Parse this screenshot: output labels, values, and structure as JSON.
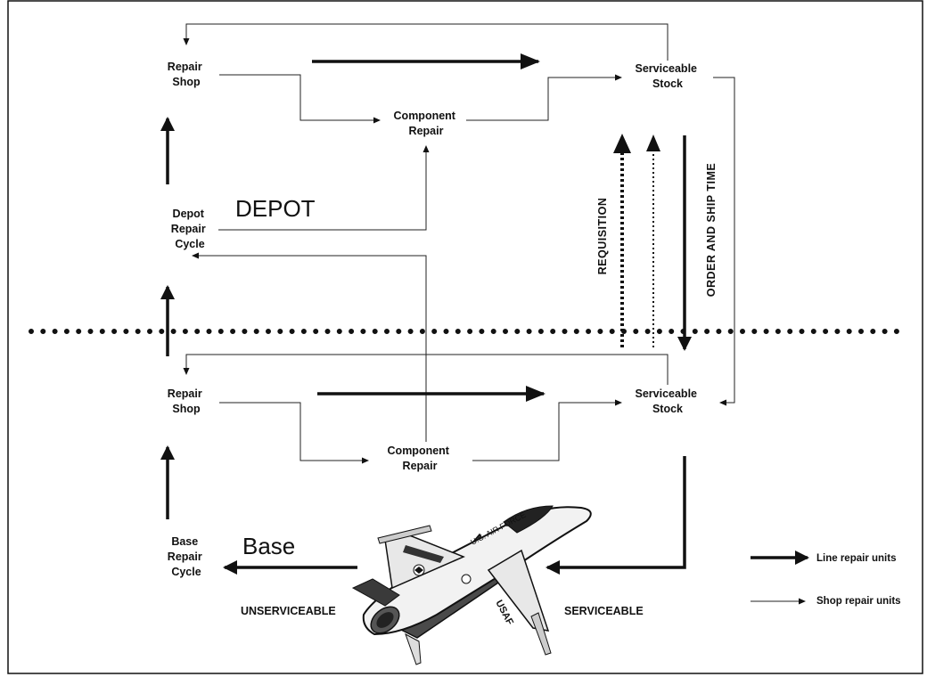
{
  "depot": {
    "region_label": "DEPOT",
    "repair_shop": [
      "Repair",
      "Shop"
    ],
    "component_repair": [
      "Component",
      "Repair"
    ],
    "serviceable_stock": [
      "Serviceable",
      "Stock"
    ],
    "repair_cycle": [
      "Depot",
      "Repair",
      "Cycle"
    ]
  },
  "base": {
    "region_label": "Base",
    "repair_shop": [
      "Repair",
      "Shop"
    ],
    "component_repair": [
      "Component",
      "Repair"
    ],
    "serviceable_stock": [
      "Serviceable",
      "Stock"
    ],
    "repair_cycle": [
      "Base",
      "Repair",
      "Cycle"
    ]
  },
  "flows": {
    "requisition": "REQUISITION",
    "order_and_ship_time": "ORDER AND SHIP TIME",
    "unserviceable": "UNSERVICEABLE",
    "serviceable": "SERVICEABLE"
  },
  "legend": {
    "line_repair_units": "Line repair units",
    "shop_repair_units": "Shop repair units"
  },
  "aircraft": {
    "icon": "fighter-jet-icon",
    "markings": [
      "U.S. AIR FORCE",
      "USAF"
    ]
  }
}
